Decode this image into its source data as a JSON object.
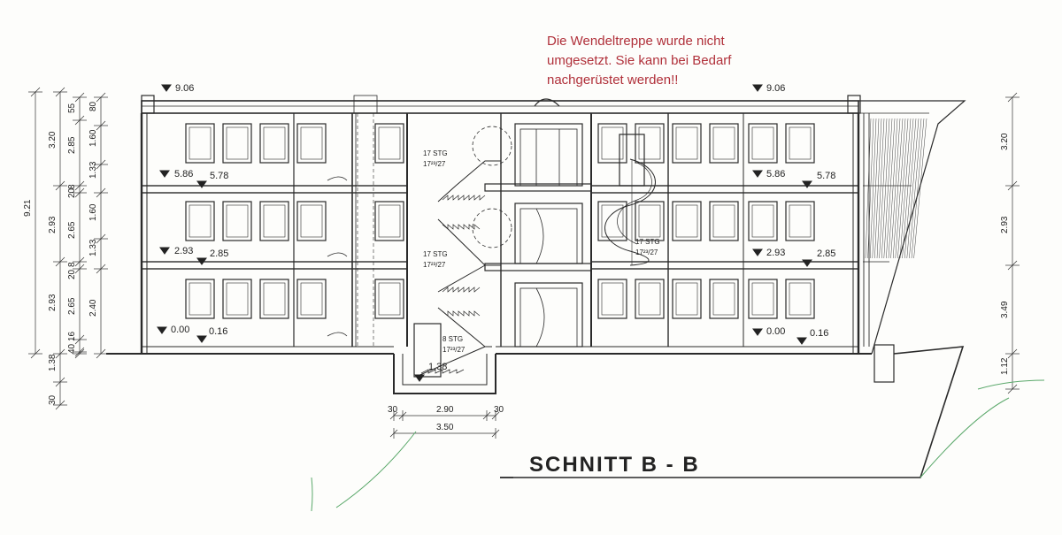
{
  "annotation": {
    "lines": [
      "Die Wendeltreppe wurde nicht",
      "umgesetzt. Sie kann bei Bedarf",
      "nachgerüstet werden!!"
    ],
    "color": "#b0303a"
  },
  "title": "SCHNITT  B - B",
  "elevations": {
    "roof_left": "9.06",
    "roof_right": "9.06",
    "f2_left_a": "5.86",
    "f2_left_b": "5.78",
    "f2_right_a": "5.86",
    "f2_right_b": "5.78",
    "f1_left_a": "2.93",
    "f1_left_b": "2.85",
    "f1_right_a": "2.93",
    "f1_right_b": "2.85",
    "ground_left_a": "0.00",
    "ground_left_b": "0.16",
    "ground_right_a": "0.00",
    "ground_right_b": "0.16",
    "basement": "1.38"
  },
  "stairs": {
    "flight_upper": [
      "17 STG",
      "17²³/27"
    ],
    "flight_middle": [
      "17 STG",
      "17²³/27"
    ],
    "flight_lower": [
      "8 STG",
      "17²³/27"
    ],
    "spiral": [
      "17 STG",
      "17²³/27"
    ]
  },
  "dims_left_outer": [
    "9.21"
  ],
  "dims_left_a": [
    "3.20",
    "2.93",
    "2.93",
    "1.38",
    "30"
  ],
  "dims_left_b": [
    "55",
    "2.85",
    "20",
    "2.65",
    "20",
    "2.65",
    "16",
    "40"
  ],
  "dims_left_c": [
    "80",
    "1.60",
    "1.33",
    "1.60",
    "1.33",
    "2.40"
  ],
  "dims_left_d": [
    "8",
    "8"
  ],
  "dims_right": [
    "3.20",
    "2.93",
    "3.49",
    "1.12"
  ],
  "dims_bottom": [
    "30",
    "2.90",
    "30",
    "3.50"
  ]
}
